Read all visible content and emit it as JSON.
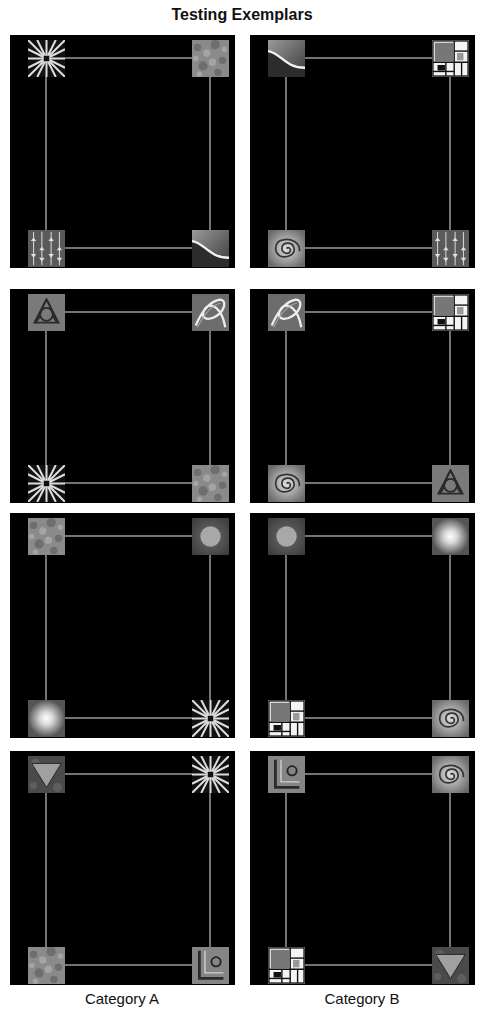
{
  "diagram": {
    "title": "Testing Exemplars",
    "labels": [
      "Category A",
      "Category B"
    ]
  }
}
